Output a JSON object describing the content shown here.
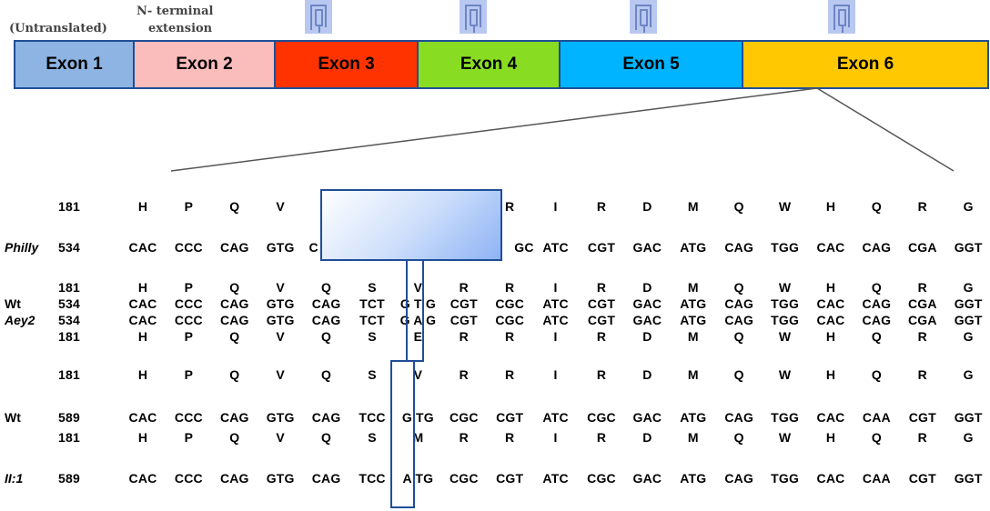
{
  "labels": {
    "untranslated": "(Untranslated)",
    "nterm_line1": "N- terminal",
    "nterm_line2": "extension"
  },
  "exons": [
    {
      "label": "Exon 1",
      "color": "#8db4e2"
    },
    {
      "label": "Exon 2",
      "color": "#fbbcbc"
    },
    {
      "label": "Exon 3",
      "color": "#ff3300"
    },
    {
      "label": "Exon 4",
      "color": "#88dd22"
    },
    {
      "label": "Exon 5",
      "color": "#00b4ff"
    },
    {
      "label": "Exon 6",
      "color": "#ffc800"
    }
  ],
  "domain_icons": [
    "domain-icon",
    "domain-icon",
    "domain-icon",
    "domain-icon"
  ],
  "rows": [
    {
      "name": "aa-row-philly",
      "label": "",
      "num": "181",
      "cells": [
        "H",
        "P",
        "Q",
        "V",
        "",
        "",
        "",
        "R",
        "I",
        "R",
        "D",
        "M",
        "Q",
        "W",
        "H",
        "Q",
        "R",
        "G"
      ]
    },
    {
      "name": "dna-row-philly",
      "label": "Philly",
      "num": "534",
      "italic": true,
      "cells": [
        "CAC",
        "CCC",
        "CAG",
        "GTG",
        "C",
        "",
        "",
        "",
        "GC",
        "ATC",
        "CGT",
        "GAC",
        "ATG",
        "CAG",
        "TGG",
        "CAC",
        "CAG",
        "CGA",
        "GGT"
      ]
    },
    {
      "name": "aa-row-wt-534",
      "label": "",
      "num": "181",
      "cells": [
        "H",
        "P",
        "Q",
        "V",
        "Q",
        "S",
        "V",
        "R",
        "R",
        "I",
        "R",
        "D",
        "M",
        "Q",
        "W",
        "H",
        "Q",
        "R",
        "G"
      ]
    },
    {
      "name": "dna-row-wt-534",
      "label": "Wt",
      "num": "534",
      "cells": [
        "CAC",
        "CCC",
        "CAG",
        "GTG",
        "CAG",
        "TCT",
        "G T G",
        "CGT",
        "CGC",
        "ATC",
        "CGT",
        "GAC",
        "ATG",
        "CAG",
        "TGG",
        "CAC",
        "CAG",
        "CGA",
        "GGT"
      ]
    },
    {
      "name": "dna-row-aey2",
      "label": "Aey2",
      "num": "534",
      "italic": true,
      "cells": [
        "CAC",
        "CCC",
        "CAG",
        "GTG",
        "CAG",
        "TCT",
        "G A G",
        "CGT",
        "CGC",
        "ATC",
        "CGT",
        "GAC",
        "ATG",
        "CAG",
        "TGG",
        "CAC",
        "CAG",
        "CGA",
        "GGT"
      ]
    },
    {
      "name": "aa-row-aey2",
      "label": "",
      "num": "181",
      "cells": [
        "H",
        "P",
        "Q",
        "V",
        "Q",
        "S",
        "E",
        "R",
        "R",
        "I",
        "R",
        "D",
        "M",
        "Q",
        "W",
        "H",
        "Q",
        "R",
        "G"
      ]
    },
    {
      "name": "aa-row-wt-589",
      "label": "",
      "num": "181",
      "cells": [
        "H",
        "P",
        "Q",
        "V",
        "Q",
        "S",
        "V",
        "R",
        "R",
        "I",
        "R",
        "D",
        "M",
        "Q",
        "W",
        "H",
        "Q",
        "R",
        "G"
      ]
    },
    {
      "name": "dna-row-wt-589",
      "label": "Wt",
      "num": "589",
      "cells": [
        "CAC",
        "CCC",
        "CAG",
        "GTG",
        "CAG",
        "TCC",
        "G TG",
        "CGC",
        "CGT",
        "ATC",
        "CGC",
        "GAC",
        "ATG",
        "CAG",
        "TGG",
        "CAC",
        "CAA",
        "CGT",
        "GGT"
      ]
    },
    {
      "name": "aa-row-ii1",
      "label": "",
      "num": "181",
      "cells": [
        "H",
        "P",
        "Q",
        "V",
        "Q",
        "S",
        "M",
        "R",
        "R",
        "I",
        "R",
        "D",
        "M",
        "Q",
        "W",
        "H",
        "Q",
        "R",
        "G"
      ]
    },
    {
      "name": "dna-row-ii1",
      "label": "II:1",
      "num": "589",
      "italic": true,
      "cells": [
        "CAC",
        "CCC",
        "CAG",
        "GTG",
        "CAG",
        "TCC",
        "A TG",
        "CGC",
        "CGT",
        "ATC",
        "CGC",
        "GAC",
        "ATG",
        "CAG",
        "TGG",
        "CAC",
        "CAA",
        "CGT",
        "GGT"
      ]
    }
  ]
}
